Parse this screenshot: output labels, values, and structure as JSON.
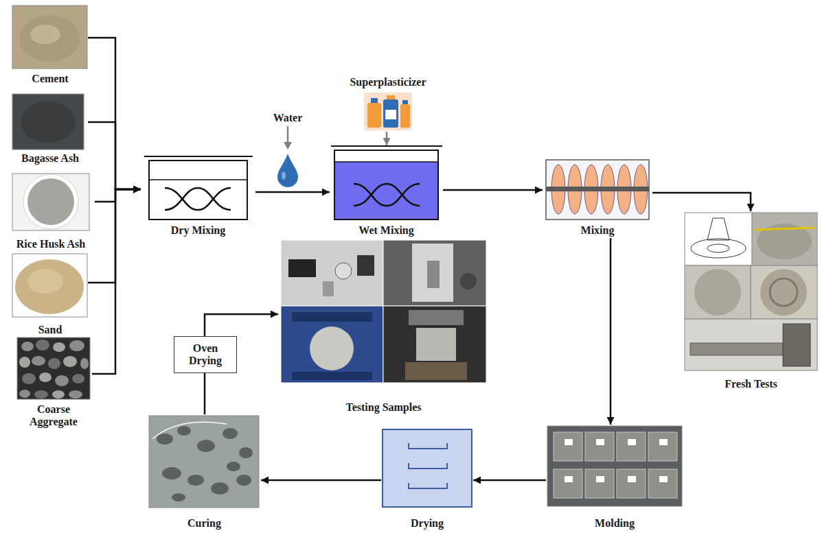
{
  "diagram": {
    "nodes": [
      {
        "text": [
          "Cement"
        ]
      },
      {
        "text": [
          "Bagasse Ash"
        ]
      },
      {
        "text": [
          "Rice Husk Ash"
        ]
      },
      {
        "text": [
          "Sand"
        ]
      },
      {
        "text": [
          "Coarse Aggregate"
        ]
      },
      {
        "text": [
          "Dry Mixing"
        ]
      },
      {
        "text": [
          "Water"
        ]
      },
      {
        "text": [
          "Superplasticizer"
        ]
      },
      {
        "text": [
          "Wet Mixing"
        ]
      },
      {
        "text": [
          "Mixing"
        ]
      },
      {
        "text": [
          "Fresh Tests"
        ]
      },
      {
        "text": [
          "Testing Samples"
        ]
      },
      {
        "text": [
          "Oven Drying"
        ]
      },
      {
        "text": [
          "Curing"
        ]
      },
      {
        "text": [
          "Drying"
        ]
      },
      {
        "text": [
          "Molding"
        ]
      }
    ],
    "edges": [
      {
        "from": 0,
        "to": 5,
        "arrow": "to"
      },
      {
        "from": 1,
        "to": 5,
        "arrow": "to"
      },
      {
        "from": 2,
        "to": 5,
        "arrow": "to"
      },
      {
        "from": 3,
        "to": 5,
        "arrow": "to"
      },
      {
        "from": 4,
        "to": 5,
        "arrow": "to"
      },
      {
        "from": 5,
        "to": 8,
        "arrow": "to"
      },
      {
        "from": 7,
        "to": 8,
        "arrow": "to"
      },
      {
        "from": 8,
        "to": 9,
        "arrow": "to"
      },
      {
        "from": 9,
        "to": 10,
        "arrow": "to"
      },
      {
        "from": 9,
        "to": 15,
        "arrow": "to"
      },
      {
        "from": 15,
        "to": 14,
        "arrow": "to"
      },
      {
        "from": 14,
        "to": 13,
        "arrow": "to"
      },
      {
        "from": 13,
        "to": 12,
        "arrow": "none"
      },
      {
        "from": 12,
        "to": 11,
        "arrow": "to"
      }
    ]
  }
}
